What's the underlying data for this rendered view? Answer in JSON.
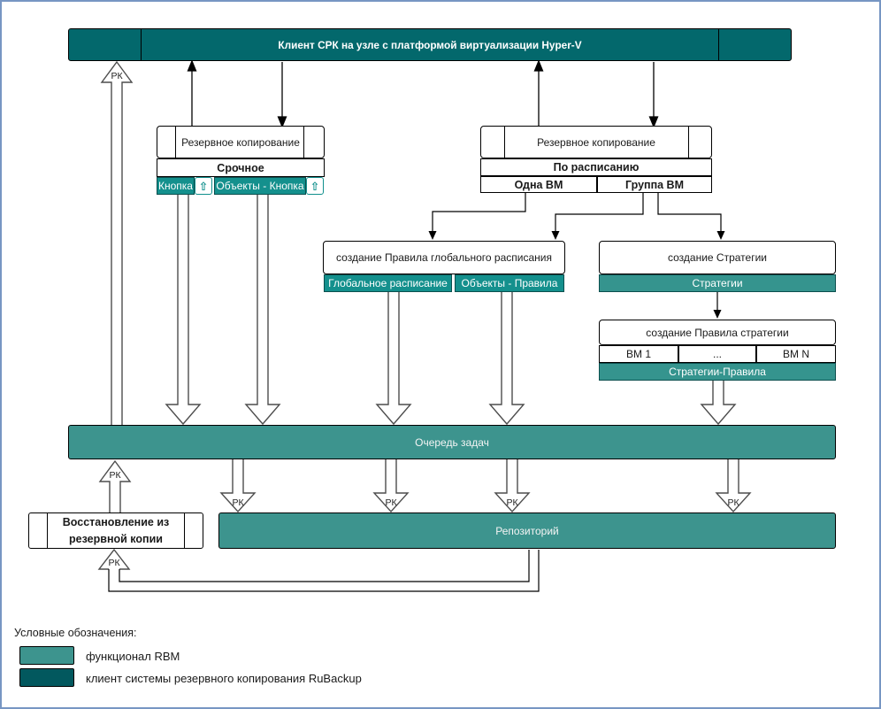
{
  "colors": {
    "client_node": "#03686C",
    "rbm_bar": "#3D948E",
    "rbm_cell": "#14908D",
    "rbm_row": "#35948E",
    "legend_client_swatch": "#02585E",
    "page_border": "#7796c3"
  },
  "diagram": {
    "client_bar_label": "Клиент СРК на узле с платформой виртуализации Hyper-V",
    "rk_label": "РК",
    "upload_icon": "⇧",
    "backup_button": {
      "header": "Резервное копирование",
      "mode": "Срочное",
      "cell1": "Кнопка",
      "cell2": "Объекты - Кнопка"
    },
    "backup_schedule": {
      "header": "Резервное копирование",
      "mode": "По расписанию",
      "cell1": "Одна ВМ",
      "cell2": "Группа ВМ"
    },
    "global_rule": {
      "header": "создание Правила глобального расписания",
      "cell1": "Глобальное расписание",
      "cell2": "Объекты - Правила"
    },
    "strategy": {
      "header": "создание Стратегии",
      "row": "Стратегии"
    },
    "strategy_rule": {
      "header": "создание Правила стратегии",
      "cell1": "ВМ 1",
      "cell2": "...",
      "cell3": "ВМ N",
      "row": "Стратегии-Правила"
    },
    "task_queue_label": "Очередь задач",
    "restore_label": "Восстановление из резервной копии",
    "repository_label": "Репозиторий"
  },
  "legend": {
    "title": "Условные обозначения:",
    "items": [
      {
        "label": "функционал RBM",
        "color": "#3D948E"
      },
      {
        "label": "клиент системы резервного копирования RuBackup",
        "color": "#02585E"
      }
    ]
  }
}
